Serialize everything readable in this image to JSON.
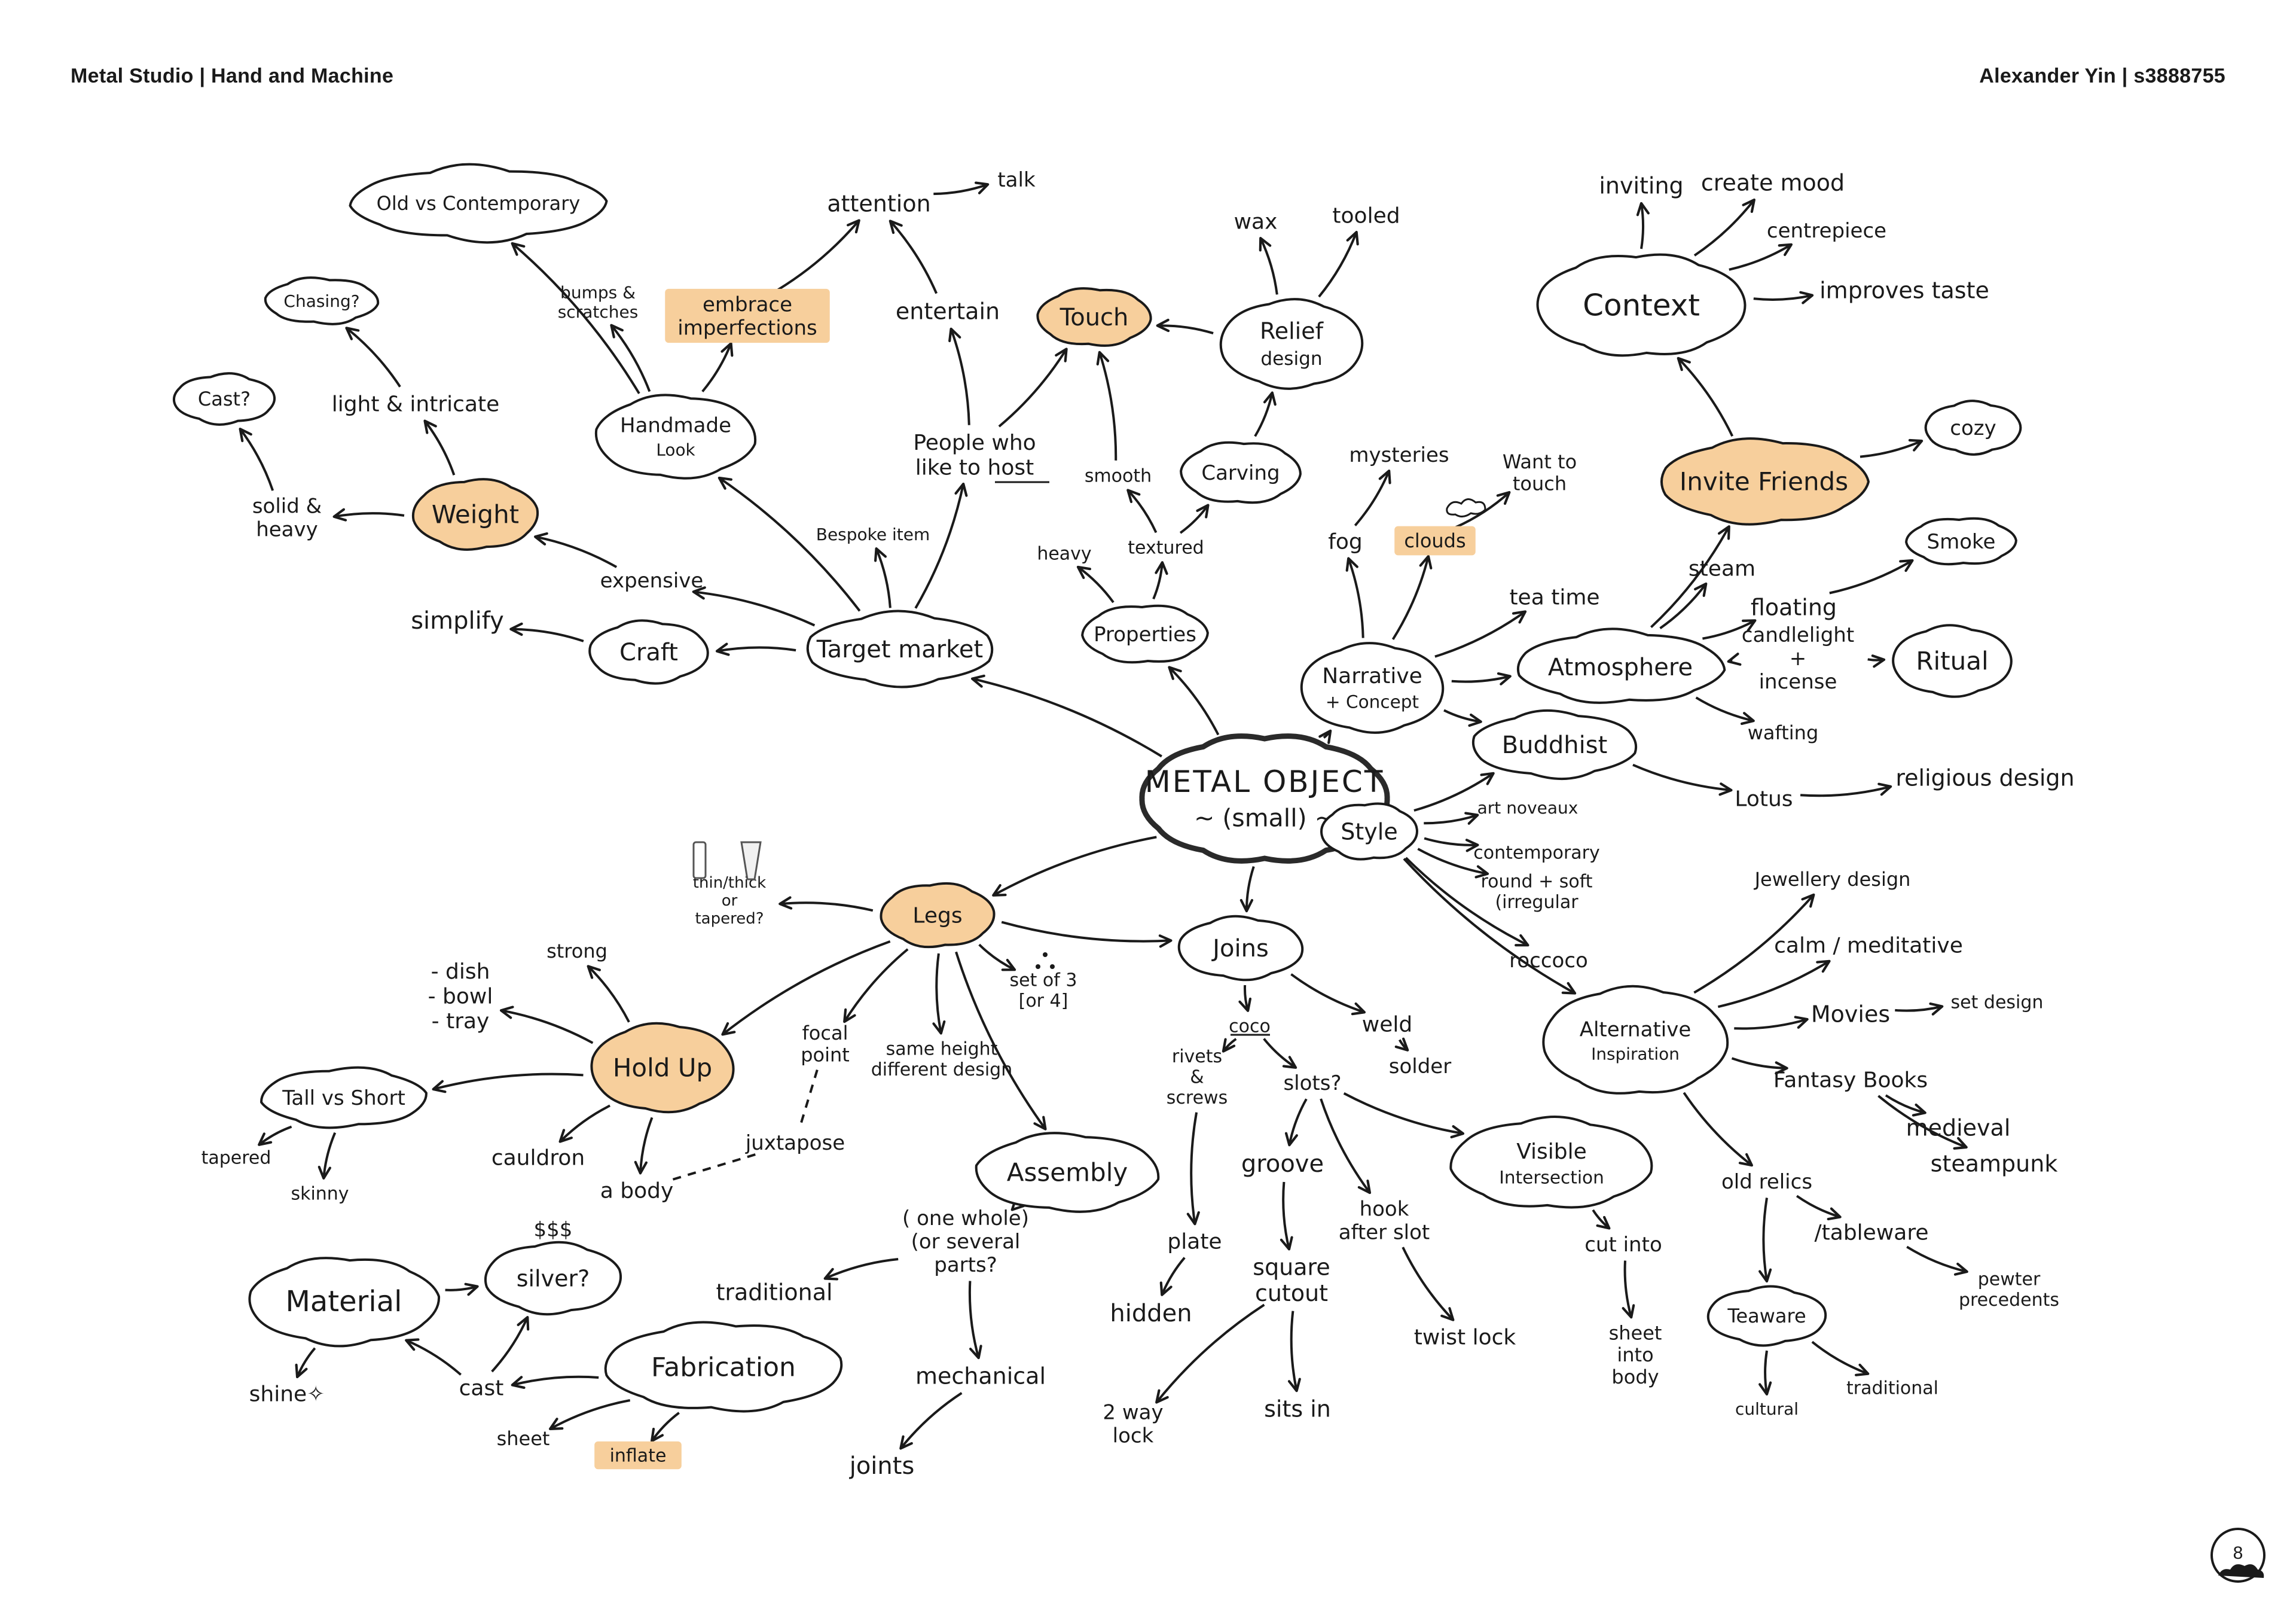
{
  "header": {
    "left": "Metal Studio | Hand and Machine",
    "right": "Alexander Yin | s3888755"
  },
  "page_number": "8",
  "nodes": [
    {
      "id": "metal_object",
      "label": "METAL OBJECT",
      "sub": "~ (small) ~",
      "shape": "cloud",
      "style": "root"
    },
    {
      "id": "target_market",
      "label": "Target market",
      "shape": "cloud"
    },
    {
      "id": "properties",
      "label": "Properties",
      "shape": "cloud"
    },
    {
      "id": "narrative",
      "label": "Narrative",
      "sub": "+ Concept",
      "shape": "cloud"
    },
    {
      "id": "style",
      "label": "Style",
      "shape": "cloud"
    },
    {
      "id": "joins",
      "label": "Joins",
      "shape": "cloud"
    },
    {
      "id": "legs",
      "label": "Legs",
      "shape": "cloud",
      "style": "highlight"
    },
    {
      "id": "craft",
      "label": "Craft",
      "shape": "cloud"
    },
    {
      "id": "weight",
      "label": "Weight",
      "shape": "cloud",
      "style": "highlight"
    },
    {
      "id": "handmade",
      "label": "Handmade",
      "sub": "Look",
      "shape": "cloud"
    },
    {
      "id": "old_vs",
      "label": "Old vs Contemporary",
      "shape": "cloud"
    },
    {
      "id": "chasing",
      "label": "Chasing?",
      "shape": "cloud"
    },
    {
      "id": "cast_q",
      "label": "Cast?",
      "shape": "cloud"
    },
    {
      "id": "touch",
      "label": "Touch",
      "shape": "cloud",
      "style": "highlight"
    },
    {
      "id": "relief",
      "label": "Relief",
      "sub": "design",
      "shape": "cloud"
    },
    {
      "id": "carving",
      "label": "Carving",
      "shape": "cloud"
    },
    {
      "id": "context",
      "label": "Context",
      "shape": "cloud"
    },
    {
      "id": "invite",
      "label": "Invite Friends",
      "shape": "cloud",
      "style": "highlight"
    },
    {
      "id": "cozy",
      "label": "cozy",
      "shape": "cloud"
    },
    {
      "id": "smoke",
      "label": "Smoke",
      "shape": "cloud"
    },
    {
      "id": "ritual",
      "label": "Ritual",
      "shape": "cloud"
    },
    {
      "id": "atmosphere",
      "label": "Atmosphere",
      "shape": "cloud"
    },
    {
      "id": "buddhist",
      "label": "Buddhist",
      "shape": "cloud"
    },
    {
      "id": "alt_insp",
      "label": "Alternative",
      "sub": "Inspiration",
      "shape": "cloud"
    },
    {
      "id": "hold_up",
      "label": "Hold Up",
      "shape": "cloud",
      "style": "highlight"
    },
    {
      "id": "tall_short",
      "label": "Tall vs Short",
      "shape": "cloud"
    },
    {
      "id": "assembly",
      "label": "Assembly",
      "shape": "cloud"
    },
    {
      "id": "visible_int",
      "label": "Visible",
      "sub": "Intersection",
      "shape": "cloud"
    },
    {
      "id": "material",
      "label": "Material",
      "shape": "cloud"
    },
    {
      "id": "silver",
      "label": "silver?",
      "shape": "cloud"
    },
    {
      "id": "fabrication",
      "label": "Fabrication",
      "shape": "cloud"
    },
    {
      "id": "teaware",
      "label": "Teaware",
      "shape": "cloud"
    },
    {
      "id": "embrace",
      "label": "embrace",
      "sub": "imperfections",
      "shape": "text",
      "style": "highlight"
    },
    {
      "id": "clouds_t",
      "label": "clouds",
      "shape": "text",
      "style": "highlight"
    },
    {
      "id": "inflate",
      "label": "inflate",
      "shape": "text",
      "style": "highlight"
    },
    {
      "id": "attention",
      "label": "attention",
      "shape": "text"
    },
    {
      "id": "talk",
      "label": "talk",
      "shape": "text"
    },
    {
      "id": "entertain",
      "label": "entertain",
      "shape": "text"
    },
    {
      "id": "people_host",
      "label": "People who",
      "sub": "like to host",
      "shape": "text"
    },
    {
      "id": "bespoke",
      "label": "Bespoke item",
      "shape": "text"
    },
    {
      "id": "bumps",
      "label": "bumps &",
      "sub": "scratches",
      "shape": "text"
    },
    {
      "id": "light",
      "label": "light & intricate",
      "shape": "text"
    },
    {
      "id": "solid",
      "label": "solid &",
      "sub": "heavy",
      "shape": "text"
    },
    {
      "id": "expensive",
      "label": "expensive",
      "shape": "text"
    },
    {
      "id": "simplify",
      "label": "simplify",
      "shape": "text"
    },
    {
      "id": "wax",
      "label": "wax",
      "shape": "text"
    },
    {
      "id": "tooled",
      "label": "tooled",
      "shape": "text"
    },
    {
      "id": "smooth",
      "label": "smooth",
      "shape": "text"
    },
    {
      "id": "textured",
      "label": "textured",
      "shape": "text"
    },
    {
      "id": "heavy",
      "label": "heavy",
      "shape": "text"
    },
    {
      "id": "mysteries",
      "label": "mysteries",
      "shape": "text"
    },
    {
      "id": "fog",
      "label": "fog",
      "shape": "text"
    },
    {
      "id": "want_touch",
      "label": "Want to",
      "sub": "touch",
      "shape": "text"
    },
    {
      "id": "tea_time",
      "label": "tea time",
      "shape": "text"
    },
    {
      "id": "inviting",
      "label": "inviting",
      "shape": "text"
    },
    {
      "id": "create_mood",
      "label": "create mood",
      "shape": "text"
    },
    {
      "id": "centrepiece",
      "label": "centrepiece",
      "shape": "text"
    },
    {
      "id": "improves_taste",
      "label": "improves taste",
      "shape": "text"
    },
    {
      "id": "steam",
      "label": "steam",
      "shape": "text"
    },
    {
      "id": "floating",
      "label": "floating",
      "shape": "text"
    },
    {
      "id": "candlelight",
      "label": "candlelight",
      "sub": "+",
      "sub2": "incense",
      "shape": "text"
    },
    {
      "id": "wafting",
      "label": "wafting",
      "shape": "text"
    },
    {
      "id": "lotus",
      "label": "Lotus",
      "shape": "text"
    },
    {
      "id": "religious",
      "label": "religious design",
      "shape": "text"
    },
    {
      "id": "art_noveaux",
      "label": "art noveaux",
      "shape": "text"
    },
    {
      "id": "contemporary",
      "label": "contemporary",
      "shape": "text"
    },
    {
      "id": "round_soft",
      "label": "round + soft",
      "sub": "(irregular",
      "shape": "text"
    },
    {
      "id": "roccoco",
      "label": "roccoco",
      "shape": "text"
    },
    {
      "id": "jewellery",
      "label": "Jewellery design",
      "shape": "text"
    },
    {
      "id": "calm",
      "label": "calm / meditative",
      "shape": "text"
    },
    {
      "id": "movies",
      "label": "Movies",
      "shape": "text"
    },
    {
      "id": "set_design",
      "label": "set design",
      "shape": "text"
    },
    {
      "id": "fantasy",
      "label": "Fantasy Books",
      "shape": "text"
    },
    {
      "id": "medieval",
      "label": "medieval",
      "shape": "text"
    },
    {
      "id": "steampunk",
      "label": "steampunk",
      "shape": "text"
    },
    {
      "id": "old_relics",
      "label": "old relics",
      "shape": "text"
    },
    {
      "id": "tableware",
      "label": "/tableware",
      "shape": "text"
    },
    {
      "id": "pewter",
      "label": "pewter",
      "sub": "precedents",
      "shape": "text"
    },
    {
      "id": "cultural",
      "label": "cultural",
      "shape": "text"
    },
    {
      "id": "traditional2",
      "label": "traditional",
      "shape": "text"
    },
    {
      "id": "thin_thick",
      "label": "thin/thick",
      "sub": "or",
      "sub2": "tapered?",
      "shape": "text"
    },
    {
      "id": "set_of_3",
      "label": "set of 3",
      "sub": "[or 4]",
      "shape": "text"
    },
    {
      "id": "focal",
      "label": "focal",
      "sub": "point",
      "shape": "text"
    },
    {
      "id": "same_height",
      "label": "same height",
      "sub": "different design",
      "shape": "text"
    },
    {
      "id": "juxtapose",
      "label": "juxtapose",
      "shape": "text"
    },
    {
      "id": "strong",
      "label": "strong",
      "shape": "text"
    },
    {
      "id": "dish",
      "label": "- dish",
      "sub": "- bowl",
      "sub2": "- tray",
      "shape": "text"
    },
    {
      "id": "cauldron",
      "label": "cauldron",
      "shape": "text"
    },
    {
      "id": "a_body",
      "label": "a body",
      "shape": "text"
    },
    {
      "id": "tapered",
      "label": "tapered",
      "shape": "text"
    },
    {
      "id": "skinny",
      "label": "skinny",
      "shape": "text"
    },
    {
      "id": "coco",
      "label": "coco",
      "shape": "text"
    },
    {
      "id": "weld",
      "label": "weld",
      "shape": "text"
    },
    {
      "id": "solder",
      "label": "solder",
      "shape": "text"
    },
    {
      "id": "rivets",
      "label": "rivets",
      "sub": "&",
      "sub2": "screws",
      "shape": "text"
    },
    {
      "id": "slots",
      "label": "slots?",
      "shape": "text"
    },
    {
      "id": "groove",
      "label": "groove",
      "shape": "text"
    },
    {
      "id": "plate",
      "label": "plate",
      "shape": "text"
    },
    {
      "id": "hidden",
      "label": "hidden",
      "shape": "text"
    },
    {
      "id": "square",
      "label": "square",
      "sub": "cutout",
      "shape": "text"
    },
    {
      "id": "hook",
      "label": "hook",
      "sub": "after slot",
      "shape": "text"
    },
    {
      "id": "twist",
      "label": "twist lock",
      "shape": "text"
    },
    {
      "id": "two_way",
      "label": "2 way",
      "sub": "lock",
      "shape": "text"
    },
    {
      "id": "sits_in",
      "label": "sits in",
      "shape": "text"
    },
    {
      "id": "cut_into",
      "label": "cut into",
      "shape": "text"
    },
    {
      "id": "sheet_body",
      "label": "sheet",
      "sub": "into",
      "sub2": "body",
      "shape": "text"
    },
    {
      "id": "one_whole",
      "label": "( one whole)",
      "sub": "(or several",
      "sub2": "parts?",
      "shape": "text"
    },
    {
      "id": "traditional",
      "label": "traditional",
      "shape": "text"
    },
    {
      "id": "mechanical",
      "label": "mechanical",
      "shape": "text"
    },
    {
      "id": "joints",
      "label": "joints",
      "shape": "text"
    },
    {
      "id": "dollars",
      "label": "$$$",
      "shape": "text"
    },
    {
      "id": "cast",
      "label": "cast",
      "shape": "text"
    },
    {
      "id": "sheet",
      "label": "sheet",
      "shape": "text"
    },
    {
      "id": "shine",
      "label": "shine✧",
      "shape": "text"
    }
  ],
  "edges": [
    [
      "metal_object",
      "target_market"
    ],
    [
      "metal_object",
      "properties"
    ],
    [
      "metal_object",
      "narrative"
    ],
    [
      "metal_object",
      "style"
    ],
    [
      "metal_object",
      "joins"
    ],
    [
      "metal_object",
      "legs"
    ],
    [
      "target_market",
      "craft"
    ],
    [
      "target_market",
      "expensive"
    ],
    [
      "target_market",
      "handmade"
    ],
    [
      "target_market",
      "bespoke"
    ],
    [
      "target_market",
      "people_host"
    ],
    [
      "expensive",
      "weight"
    ],
    [
      "weight",
      "solid"
    ],
    [
      "weight",
      "light"
    ],
    [
      "light",
      "chasing"
    ],
    [
      "solid",
      "cast_q"
    ],
    [
      "craft",
      "simplify"
    ],
    [
      "handmade",
      "bumps"
    ],
    [
      "handmade",
      "old_vs"
    ],
    [
      "handmade",
      "embrace"
    ],
    [
      "embrace",
      "attention"
    ],
    [
      "attention",
      "talk"
    ],
    [
      "entertain",
      "attention"
    ],
    [
      "people_host",
      "entertain"
    ],
    [
      "people_host",
      "touch"
    ],
    [
      "properties",
      "heavy"
    ],
    [
      "properties",
      "textured"
    ],
    [
      "textured",
      "smooth"
    ],
    [
      "textured",
      "carving"
    ],
    [
      "smooth",
      "touch"
    ],
    [
      "carving",
      "relief"
    ],
    [
      "relief",
      "touch"
    ],
    [
      "relief",
      "wax"
    ],
    [
      "relief",
      "tooled"
    ],
    [
      "narrative",
      "fog"
    ],
    [
      "fog",
      "mysteries"
    ],
    [
      "narrative",
      "clouds_t"
    ],
    [
      "clouds_t",
      "want_touch"
    ],
    [
      "narrative",
      "tea_time"
    ],
    [
      "narrative",
      "atmosphere"
    ],
    [
      "narrative",
      "buddhist"
    ],
    [
      "atmosphere",
      "invite"
    ],
    [
      "atmosphere",
      "steam"
    ],
    [
      "atmosphere",
      "floating"
    ],
    [
      "atmosphere",
      "candlelight"
    ],
    [
      "atmosphere",
      "wafting"
    ],
    [
      "floating",
      "smoke"
    ],
    [
      "candlelight",
      "ritual"
    ],
    [
      "invite",
      "cozy"
    ],
    [
      "invite",
      "context"
    ],
    [
      "context",
      "inviting"
    ],
    [
      "context",
      "create_mood"
    ],
    [
      "context",
      "centrepiece"
    ],
    [
      "context",
      "improves_taste"
    ],
    [
      "buddhist",
      "lotus"
    ],
    [
      "lotus",
      "religious"
    ],
    [
      "style",
      "buddhist"
    ],
    [
      "style",
      "art_noveaux"
    ],
    [
      "style",
      "contemporary"
    ],
    [
      "style",
      "round_soft"
    ],
    [
      "style",
      "roccoco"
    ],
    [
      "style",
      "alt_insp"
    ],
    [
      "alt_insp",
      "jewellery"
    ],
    [
      "alt_insp",
      "calm"
    ],
    [
      "alt_insp",
      "movies"
    ],
    [
      "movies",
      "set_design"
    ],
    [
      "alt_insp",
      "fantasy"
    ],
    [
      "fantasy",
      "medieval"
    ],
    [
      "fantasy",
      "steampunk"
    ],
    [
      "alt_insp",
      "old_relics"
    ],
    [
      "old_relics",
      "teaware"
    ],
    [
      "old_relics",
      "tableware"
    ],
    [
      "tableware",
      "pewter"
    ],
    [
      "teaware",
      "cultural"
    ],
    [
      "teaware",
      "traditional2"
    ],
    [
      "legs",
      "thin_thick"
    ],
    [
      "legs",
      "joins"
    ],
    [
      "legs",
      "hold_up"
    ],
    [
      "legs",
      "focal"
    ],
    [
      "legs",
      "same_height"
    ],
    [
      "legs",
      "set_of_3"
    ],
    [
      "legs",
      "assembly"
    ],
    [
      "hold_up",
      "strong"
    ],
    [
      "hold_up",
      "dish"
    ],
    [
      "hold_up",
      "tall_short"
    ],
    [
      "hold_up",
      "cauldron"
    ],
    [
      "hold_up",
      "a_body"
    ],
    [
      "tall_short",
      "tapered"
    ],
    [
      "tall_short",
      "skinny"
    ],
    [
      "joins",
      "coco"
    ],
    [
      "joins",
      "weld"
    ],
    [
      "weld",
      "solder"
    ],
    [
      "coco",
      "rivets"
    ],
    [
      "coco",
      "slots"
    ],
    [
      "slots",
      "groove"
    ],
    [
      "slots",
      "visible_int"
    ],
    [
      "slots",
      "hook"
    ],
    [
      "rivets",
      "plate"
    ],
    [
      "plate",
      "hidden"
    ],
    [
      "groove",
      "square"
    ],
    [
      "square",
      "two_way"
    ],
    [
      "square",
      "sits_in"
    ],
    [
      "hook",
      "twist"
    ],
    [
      "visible_int",
      "cut_into"
    ],
    [
      "cut_into",
      "sheet_body"
    ],
    [
      "assembly",
      "one_whole"
    ],
    [
      "one_whole",
      "traditional"
    ],
    [
      "one_whole",
      "mechanical"
    ],
    [
      "mechanical",
      "joints"
    ],
    [
      "fabrication",
      "cast"
    ],
    [
      "fabrication",
      "sheet"
    ],
    [
      "fabrication",
      "inflate"
    ],
    [
      "cast",
      "silver"
    ],
    [
      "cast",
      "material"
    ],
    [
      "material",
      "silver"
    ],
    [
      "material",
      "shine"
    ]
  ]
}
